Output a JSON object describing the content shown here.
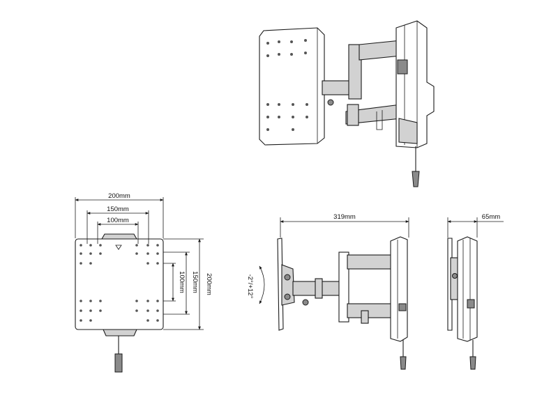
{
  "labels": {
    "front_width_200": "200mm",
    "front_width_150": "150mm",
    "front_width_100": "100mm",
    "front_height_100": "100mm",
    "front_height_150": "150mm",
    "front_height_200": "200mm",
    "side_length": "319mm",
    "tilt_range": "-2°/+12°",
    "depth": "65mm"
  }
}
